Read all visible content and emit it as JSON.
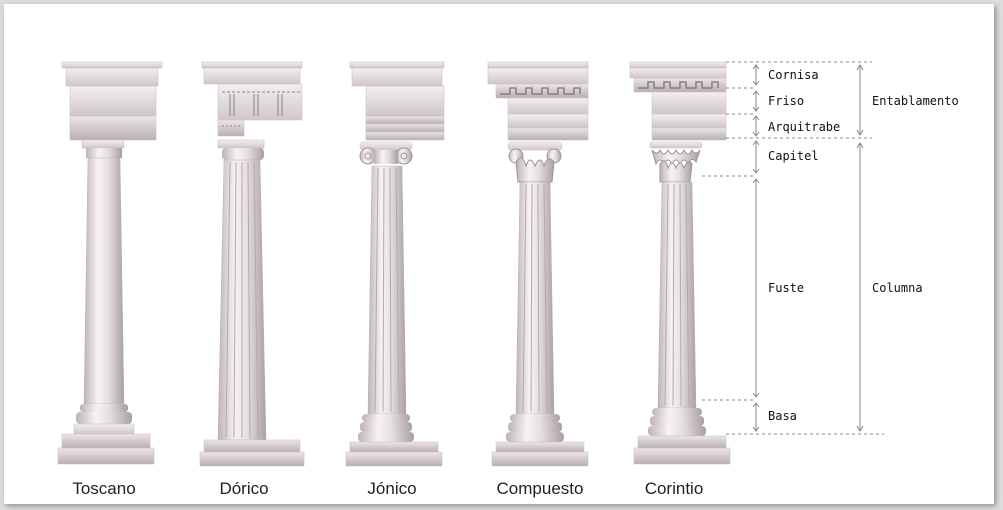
{
  "orders": [
    {
      "id": "toscano",
      "label": "Toscano"
    },
    {
      "id": "dorico",
      "label": "Dórico"
    },
    {
      "id": "jonico",
      "label": "Jónico"
    },
    {
      "id": "compuesto",
      "label": "Compuesto"
    },
    {
      "id": "corintio",
      "label": "Corintio"
    }
  ],
  "parts": {
    "cornisa": "Cornisa",
    "friso": "Friso",
    "arquitrabe": "Arquitrabe",
    "capitel": "Capitel",
    "fuste": "Fuste",
    "basa": "Basa"
  },
  "groups": {
    "entablamento": "Entablamento",
    "columna": "Columna"
  }
}
